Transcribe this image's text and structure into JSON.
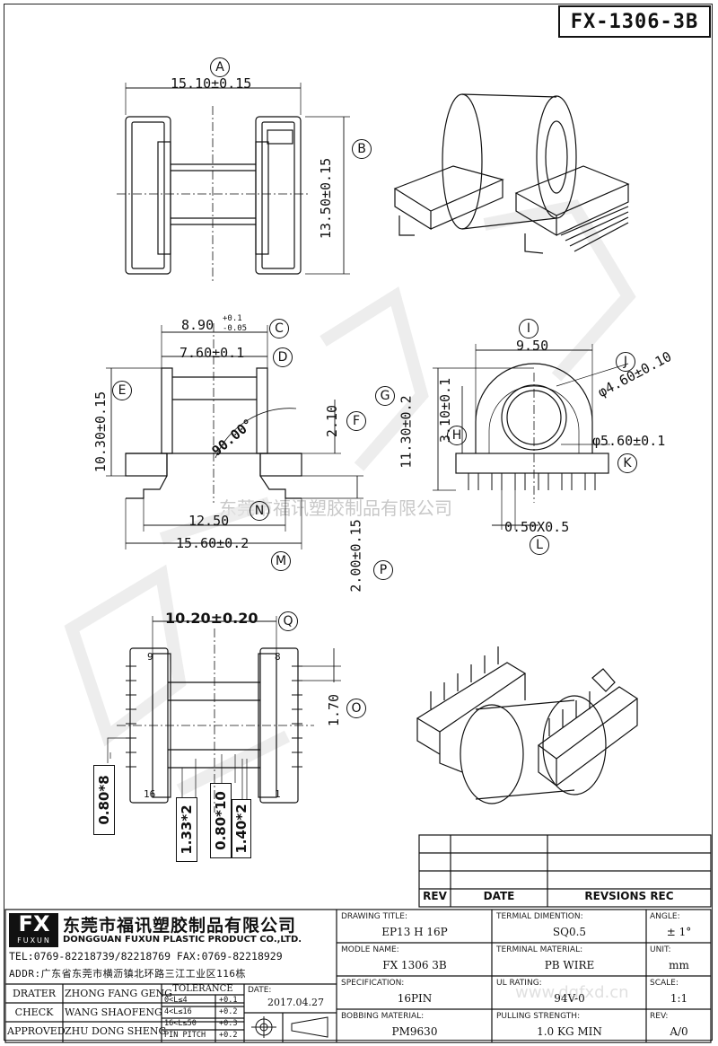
{
  "part_code": "FX-1306-3B",
  "watermark_company": "东莞市福讯塑胶制品有限公司",
  "watermark_site": "www.dgfxd.cn",
  "top_view": {
    "a_dim": "15.10±0.15",
    "b_dim": "13.50±0.15",
    "a_tag": "A",
    "b_tag": "B"
  },
  "front_view": {
    "c_dim_base": "8.90",
    "c_dim_plus": "+0.1",
    "c_dim_minus": "-0.05",
    "c_tag": "C",
    "d_dim": "7.60±0.1",
    "d_tag": "D",
    "e_dim": "10.30±0.15",
    "e_tag": "E",
    "f_dim": "2.10",
    "f_tag": "F",
    "angle": "90.00°",
    "n_dim": "12.50",
    "n_tag": "N",
    "m_dim": "15.60±0.2",
    "m_tag": "M",
    "p_dim": "2.00±0.15",
    "p_tag": "P"
  },
  "side_view": {
    "i_dim": "9.50",
    "i_tag": "I",
    "j_dim": "φ4.60±0.10",
    "j_tag": "J",
    "g_dim": "11.30±0.2",
    "g_tag": "G",
    "h_dim": "3.10±0.1",
    "h_tag": "H",
    "k_dim": "φ5.60±0.1",
    "k_tag": "K",
    "l_dim": "0.50X0.5",
    "l_tag": "L"
  },
  "bottom_view": {
    "q_dim": "10.20±0.20",
    "q_tag": "Q",
    "o_dim": "1.70",
    "o_tag": "O",
    "pin9": "9",
    "pin8": "8",
    "pin16": "16",
    "pin1": "1",
    "box1": "0.80*8",
    "box2": "1.33*2",
    "box3": "0.80*10",
    "box4": "1.40*2"
  },
  "revision_table": {
    "headers": [
      "REV",
      "DATE",
      "REVSIONS REC"
    ]
  },
  "title_block": {
    "logo": "FX",
    "logo_sub": "FUXUN",
    "company_cn": "东莞市福讯塑胶制品有限公司",
    "company_en": "DONGGUAN FUXUN PLASTIC PRODUCT CO.,LTD.",
    "tel_line": "TEL:0769-82218739/82218769 FAX:0769-82218929",
    "addr_line": "ADDR:广东省东莞市横沥镇北环路三江工业区116栋",
    "drater_label": "DRATER",
    "drater_value": "ZHONG FANG GENG",
    "check_label": "CHECK",
    "check_value": "WANG SHAOFENG",
    "approved_label": "APPROVED",
    "approved_value": "ZHU DONG SHENG",
    "tolerance_title": "TOLERANCE",
    "tol_rows": [
      {
        "range": "0<L≤4",
        "value": "+0.1"
      },
      {
        "range": "4<L≤16",
        "value": "+0.2"
      },
      {
        "range": "16<L≤50",
        "value": "+0.3"
      },
      {
        "range": "PIN PITCH",
        "value": "+0.2"
      }
    ],
    "date_label": "DATE:",
    "date_value": "2017.04.27",
    "drawing_title_label": "DRAWING TITLE:",
    "drawing_title_value": "EP13 H 16P",
    "module_label": "MODLE NAME:",
    "module_value": "FX 1306 3B",
    "spec_label": "SPECIFICATION:",
    "spec_value": "16PIN",
    "bobbin_label": "BOBBING MATERIAL:",
    "bobbin_value": "PM9630",
    "term_dim_label": "TERMIAL DIMENTION:",
    "term_dim_value": "SQ0.5",
    "term_mat_label": "TERMINAL MATERIAL:",
    "term_mat_value": "PB WIRE",
    "ul_label": "UL RATING:",
    "ul_value": "94V-0",
    "pull_label": "PULLING STRENGTH:",
    "pull_value": "1.0 KG MIN",
    "angle_label": "ANGLE:",
    "angle_value": "± 1°",
    "unit_label": "UNIT:",
    "unit_value": "mm",
    "scale_label": "SCALE:",
    "scale_value": "1:1",
    "rev_label": "REV:",
    "rev_value": "A/0"
  }
}
